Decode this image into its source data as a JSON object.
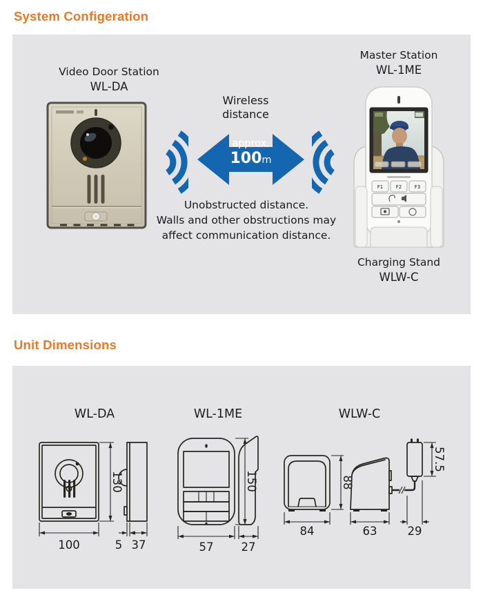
{
  "headings": {
    "system": "System Configeration",
    "dimensions": "Unit Dimensions"
  },
  "system_panel": {
    "door_station": {
      "line1": "Video Door Station",
      "line2": "WL-DA"
    },
    "master_station": {
      "line1": "Master Station",
      "line2": "WL-1ME"
    },
    "charging_stand": {
      "line1": "Charging Stand",
      "line2": "WLW-C"
    },
    "wireless": {
      "line1": "Wireless",
      "line2": "distance"
    },
    "arrow": {
      "prefix": "approx.",
      "value": "100",
      "unit": "m"
    },
    "note": {
      "line1": "Unobstructed distance.",
      "line2": "Walls and other obstructions may",
      "line3": "affect communication distance."
    },
    "handset_buttons": [
      "F1",
      "F2",
      "F3"
    ]
  },
  "dimensions_panel": {
    "wl_da": {
      "title": "WL-DA",
      "width": "100",
      "height": "130",
      "plate": "5",
      "depth": "37"
    },
    "wl_1me": {
      "title": "WL-1ME",
      "width": "57",
      "height": "150",
      "depth": "27"
    },
    "wlw_c": {
      "title": "WLW-C",
      "width": "84",
      "height": "88",
      "depth": "63",
      "adapter_height": "57.5",
      "adapter_depth": "29"
    }
  },
  "colors": {
    "accent_orange": "#ed7723",
    "signal_blue": "#1566b0",
    "panel_gray": "#e4e4e6"
  }
}
